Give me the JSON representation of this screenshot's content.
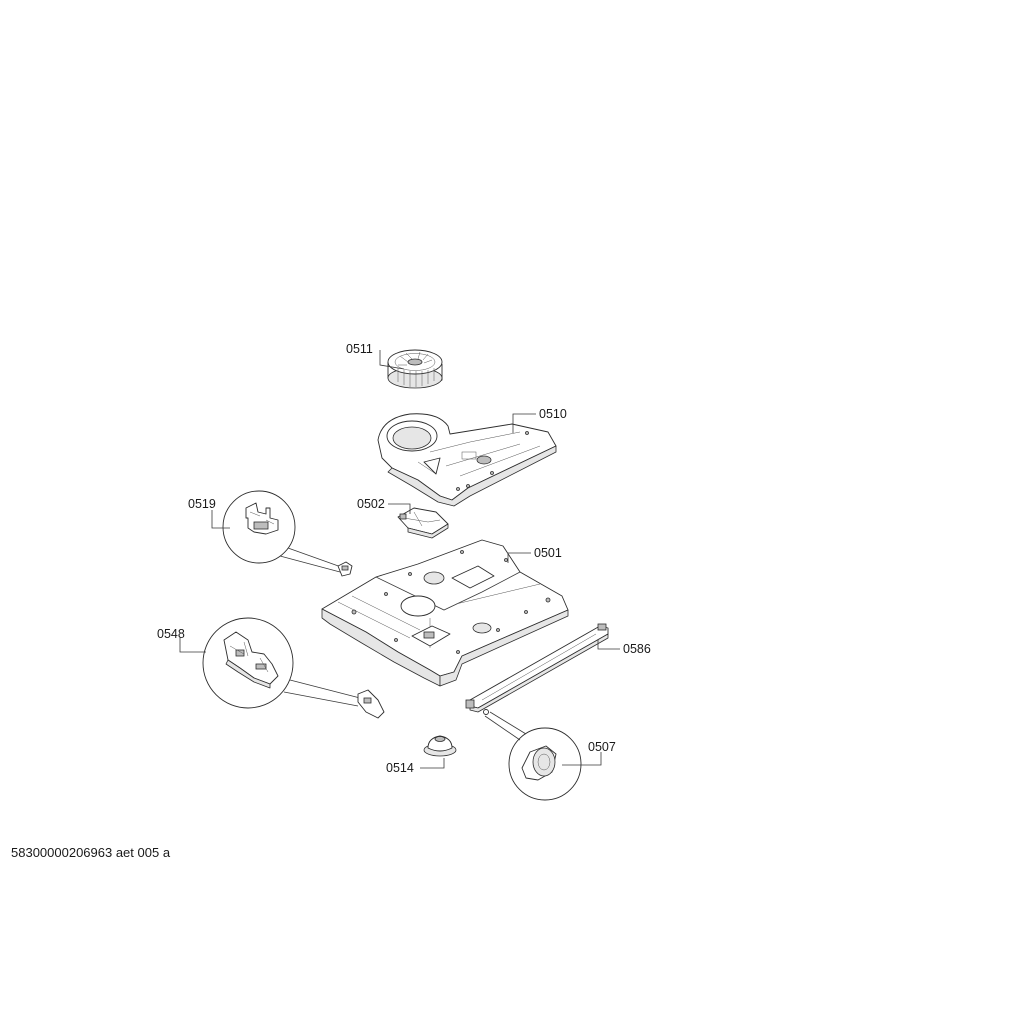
{
  "doc_id": "58300000206963 aet 005 a",
  "parts": [
    {
      "label": "0511",
      "icon": "fan-wheel-icon"
    },
    {
      "label": "0510",
      "icon": "fan-cover-icon"
    },
    {
      "label": "0502",
      "icon": "bracket-icon"
    },
    {
      "label": "0519",
      "icon": "switch-icon"
    },
    {
      "label": "0501",
      "icon": "base-plate-icon"
    },
    {
      "label": "0548",
      "icon": "door-lock-icon"
    },
    {
      "label": "0586",
      "icon": "rail-icon"
    },
    {
      "label": "0507",
      "icon": "cap-icon"
    },
    {
      "label": "0514",
      "icon": "foot-icon"
    }
  ]
}
